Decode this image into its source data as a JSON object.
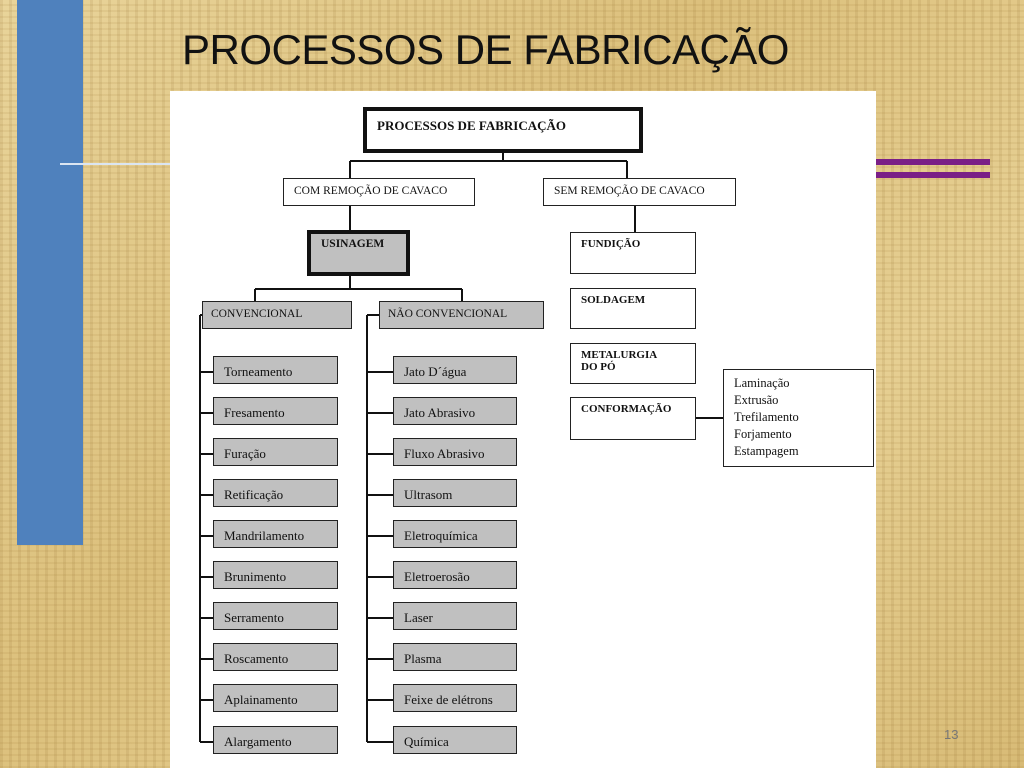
{
  "slide": {
    "title": "PROCESSOS DE FABRICAÇÃO",
    "page_number": "13",
    "accent_blue": "#4f81bd",
    "accent_purple": "#7a1f86"
  },
  "diagram": {
    "root": "PROCESSOS DE FABRICAÇÃO",
    "com_remocao": "COM REMOÇÃO DE CAVACO",
    "sem_remocao": "SEM REMOÇÃO DE CAVACO",
    "usinagem": "USINAGEM",
    "convencional": "CONVENCIONAL",
    "nao_convencional": "NÃO CONVENCIONAL",
    "convencional_items": [
      "Torneamento",
      "Fresamento",
      "Furação",
      "Retificação",
      "Mandrilamento",
      "Brunimento",
      "Serramento",
      "Roscamento",
      "Aplainamento",
      "Alargamento"
    ],
    "nao_convencional_items": [
      "Jato D´água",
      "Jato Abrasivo",
      "Fluxo Abrasivo",
      "Ultrasom",
      "Eletroquímica",
      "Eletroerosão",
      "Laser",
      "Plasma",
      "Feixe de elétrons",
      "Química"
    ],
    "sem_remocao_items": [
      "FUNDIÇÃO",
      "SOLDAGEM",
      "METALURGIA DO PÓ",
      "CONFORMAÇÃO"
    ],
    "conformacao_items": [
      "Laminação",
      "Extrusão",
      "Trefilamento",
      "Forjamento",
      "Estampagem"
    ]
  }
}
